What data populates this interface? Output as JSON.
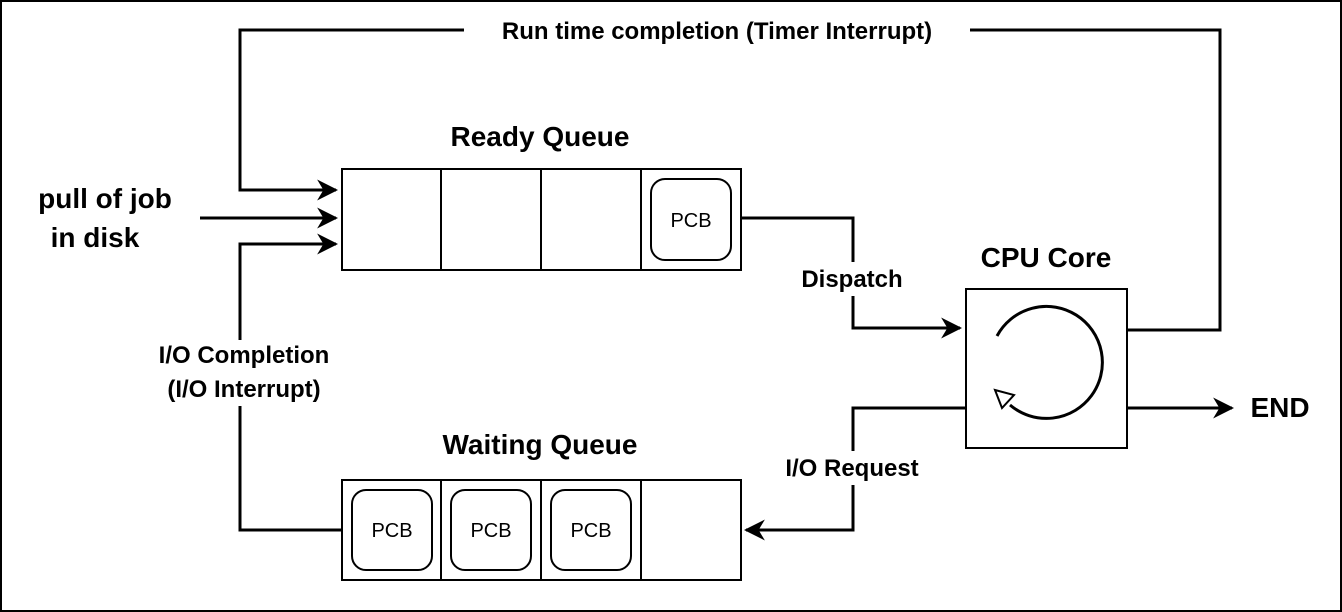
{
  "labels": {
    "timer": "Run time completion (Timer Interrupt)",
    "ready_queue": "Ready Queue",
    "source_line1": "pull of job",
    "source_line2": "in disk",
    "dispatch": "Dispatch",
    "cpu_core": "CPU Core",
    "io_completion_line1": "I/O Completion",
    "io_completion_line2": "(I/O Interrupt)",
    "end": "END",
    "io_request": "I/O Request",
    "waiting_queue": "Waiting Queue"
  },
  "ready_queue_slots": [
    "",
    "",
    "",
    "PCB"
  ],
  "waiting_queue_slots": [
    "PCB",
    "PCB",
    "PCB",
    ""
  ]
}
